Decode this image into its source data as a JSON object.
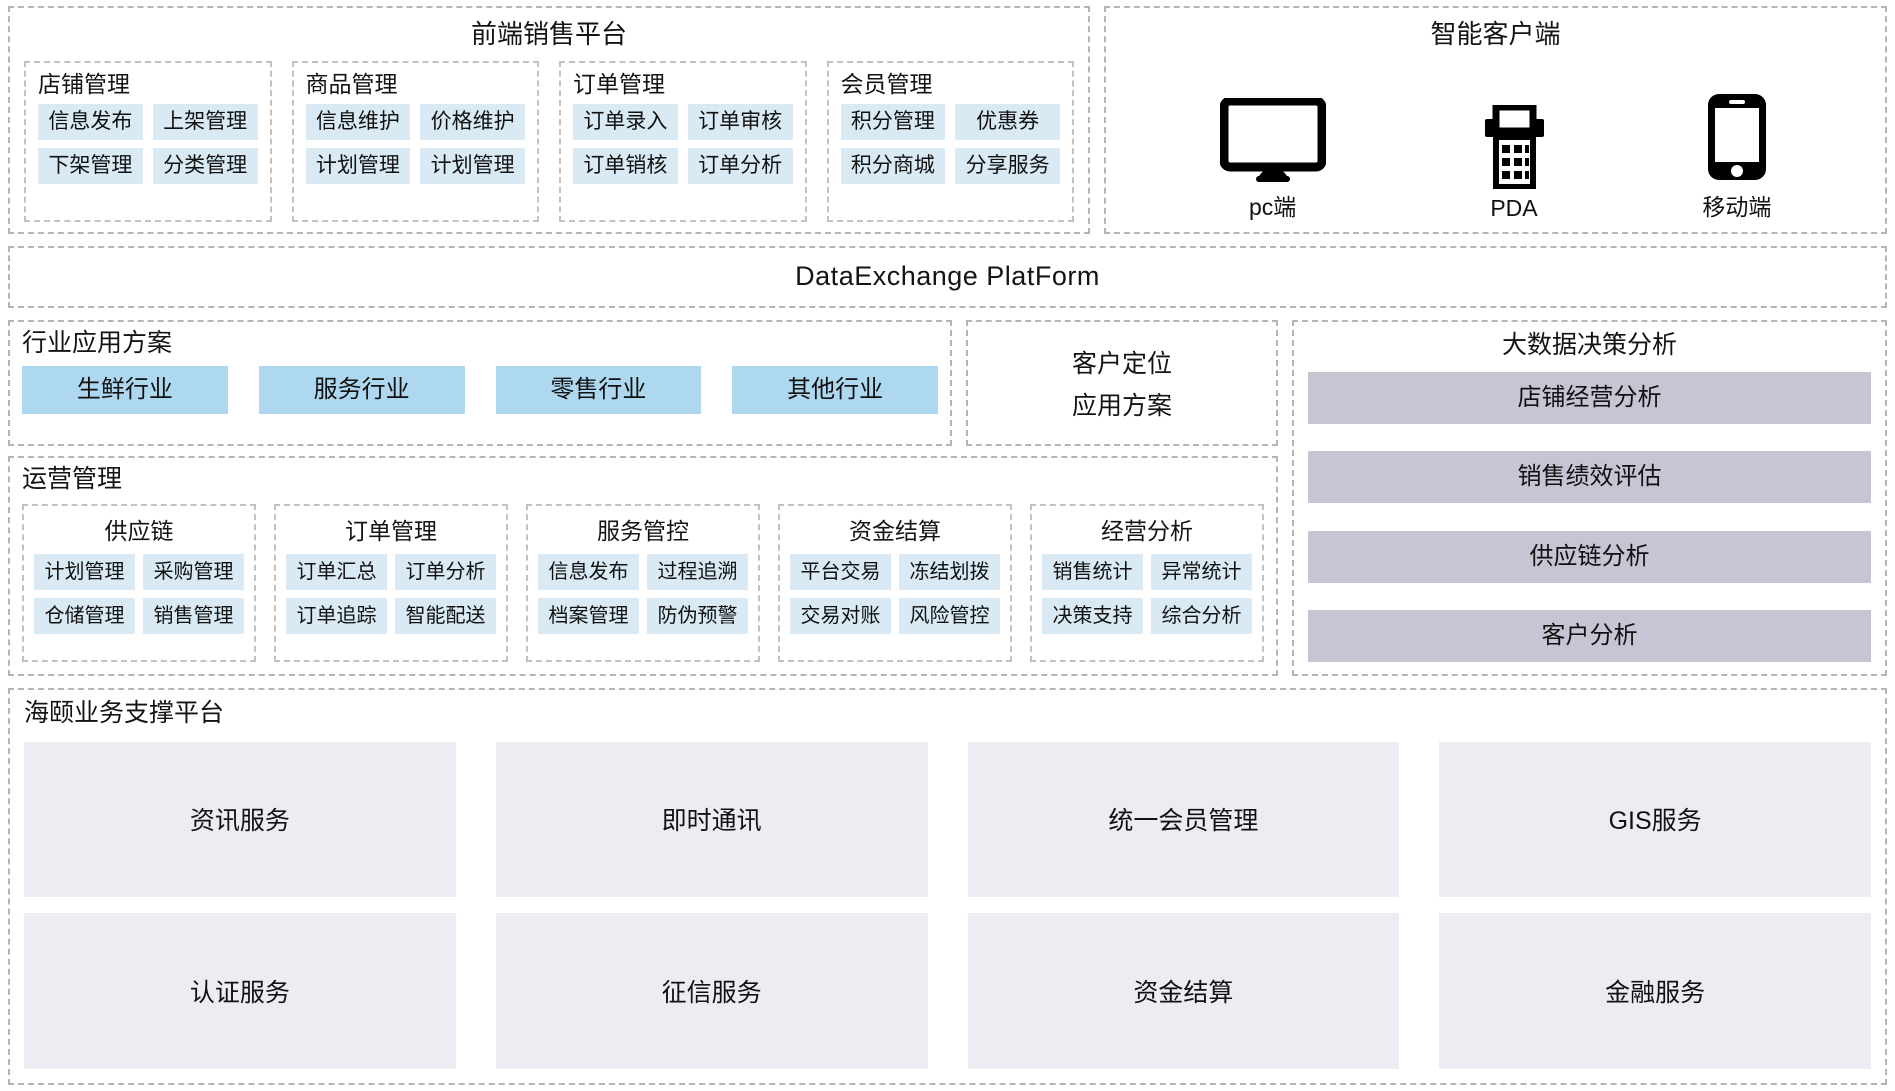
{
  "front_platform": {
    "title": "前端销售平台",
    "groups": [
      {
        "title": "店铺管理",
        "items": [
          "信息发布",
          "上架管理",
          "下架管理",
          "分类管理"
        ]
      },
      {
        "title": "商品管理",
        "items": [
          "信息维护",
          "价格维护",
          "计划管理",
          "计划管理"
        ]
      },
      {
        "title": "订单管理",
        "items": [
          "订单录入",
          "订单审核",
          "订单销核",
          "订单分析"
        ]
      },
      {
        "title": "会员管理",
        "items": [
          "积分管理",
          "优惠券",
          "积分商城",
          "分享服务"
        ]
      }
    ]
  },
  "smart_client": {
    "title": "智能客户端",
    "devices": [
      {
        "icon": "monitor-icon",
        "label": "pc端"
      },
      {
        "icon": "pda-icon",
        "label": "PDA"
      },
      {
        "icon": "mobile-phone-icon",
        "label": "移动端"
      }
    ]
  },
  "data_exchange": {
    "title": "DataExchange  PlatForm"
  },
  "industry": {
    "title": "行业应用方案",
    "items": [
      "生鲜行业",
      "服务行业",
      "零售行业",
      "其他行业"
    ]
  },
  "customer_location": {
    "line1": "客户定位",
    "line2": "应用方案"
  },
  "operations": {
    "title": "运营管理",
    "groups": [
      {
        "title": "供应链",
        "items": [
          "计划管理",
          "采购管理",
          "仓储管理",
          "销售管理"
        ]
      },
      {
        "title": "订单管理",
        "items": [
          "订单汇总",
          "订单分析",
          "订单追踪",
          "智能配送"
        ]
      },
      {
        "title": "服务管控",
        "items": [
          "信息发布",
          "过程追溯",
          "档案管理",
          "防伪预警"
        ]
      },
      {
        "title": "资金结算",
        "items": [
          "平台交易",
          "冻结划拨",
          "交易对账",
          "风险管控"
        ]
      },
      {
        "title": "经营分析",
        "items": [
          "销售统计",
          "异常统计",
          "决策支持",
          "综合分析"
        ]
      }
    ]
  },
  "bigdata": {
    "title": "大数据决策分析",
    "items": [
      "店铺经营分析",
      "销售绩效评估",
      "供应链分析",
      "客户分析"
    ]
  },
  "support_platform": {
    "title": "海颐业务支撑平台",
    "items": [
      "资讯服务",
      "即时通讯",
      "统一会员管理",
      "GIS服务",
      "认证服务",
      "征信服务",
      "资金结算",
      "金融服务"
    ]
  },
  "colors": {
    "tile_blue": "#d9eaf5",
    "industry_blue": "#aed8ef",
    "bigdata_purple": "#c8c4d4",
    "support_lavender": "#eeecf2",
    "dash_border": "#b5b5b5"
  }
}
